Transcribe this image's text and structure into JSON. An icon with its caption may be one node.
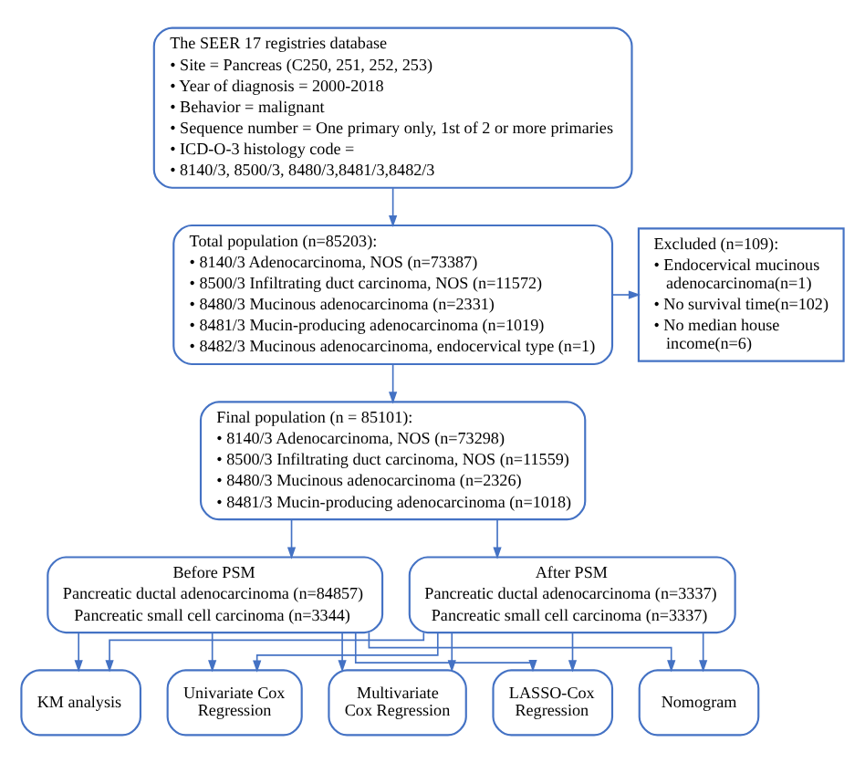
{
  "diagram": {
    "nodes": [
      {
        "text": [
          "The SEER 17 registries database",
          "• Site = Pancreas (C250, 251, 252, 253)",
          "• Year of diagnosis = 2000-2018",
          "• Behavior = malignant",
          "• Sequence number = One primary only, 1st of 2 or more primaries",
          "• ICD-O-3 histology code =",
          "• 8140/3, 8500/3, 8480/3,8481/3,8482/3"
        ]
      },
      {
        "text": [
          "Total population (n=85203):",
          "• 8140/3 Adenocarcinoma, NOS (n=73387)",
          "• 8500/3 Infiltrating duct carcinoma, NOS (n=11572)",
          "• 8480/3 Mucinous adenocarcinoma (n=2331)",
          "• 8481/3 Mucin-producing adenocarcinoma (n=1019)",
          "• 8482/3 Mucinous adenocarcinoma, endocervical type (n=1)"
        ]
      },
      {
        "text": [
          "Excluded (n=109):",
          "• Endocervical mucinous adenocarcinoma(n=1)",
          "• No survival time(n=102)",
          "• No median house income(n=6)"
        ]
      },
      {
        "text": [
          "Final population (n = 85101):",
          "• 8140/3 Adenocarcinoma, NOS (n=73298)",
          "• 8500/3 Infiltrating duct carcinoma, NOS (n=11559)",
          "• 8480/3 Mucinous adenocarcinoma (n=2326)",
          "• 8481/3 Mucin-producing adenocarcinoma (n=1018)"
        ]
      },
      {
        "text": [
          "Before PSM",
          "Pancreatic ductal adenocarcinoma (n=84857)",
          "Pancreatic small cell carcinoma (n=3344)"
        ]
      },
      {
        "text": [
          "After PSM",
          "Pancreatic ductal adenocarcinoma (n=3337)",
          "Pancreatic small cell carcinoma (n=3337)"
        ]
      },
      {
        "text": [
          "KM analysis"
        ]
      },
      {
        "text": [
          "Univariate Cox Regression"
        ]
      },
      {
        "text": [
          "Multivariate Cox Regression"
        ]
      },
      {
        "text": [
          "LASSO-Cox Regression"
        ]
      },
      {
        "text": [
          "Nomogram"
        ]
      }
    ],
    "edges": [
      {
        "from": 0,
        "to": 1,
        "arrow": "to"
      },
      {
        "from": 1,
        "to": 2,
        "arrow": "to"
      },
      {
        "from": 1,
        "to": 3,
        "arrow": "to"
      },
      {
        "from": 3,
        "to": 4,
        "arrow": "to"
      },
      {
        "from": 3,
        "to": 5,
        "arrow": "to"
      },
      {
        "from": 4,
        "to": 6,
        "arrow": "to"
      },
      {
        "from": 4,
        "to": 7,
        "arrow": "to"
      },
      {
        "from": 4,
        "to": 8,
        "arrow": "to"
      },
      {
        "from": 4,
        "to": 9,
        "arrow": "to"
      },
      {
        "from": 4,
        "to": 10,
        "arrow": "to"
      },
      {
        "from": 5,
        "to": 6,
        "arrow": "to"
      },
      {
        "from": 5,
        "to": 7,
        "arrow": "to"
      },
      {
        "from": 5,
        "to": 8,
        "arrow": "to"
      },
      {
        "from": 5,
        "to": 9,
        "arrow": "to"
      },
      {
        "from": 5,
        "to": 10,
        "arrow": "to"
      }
    ]
  }
}
